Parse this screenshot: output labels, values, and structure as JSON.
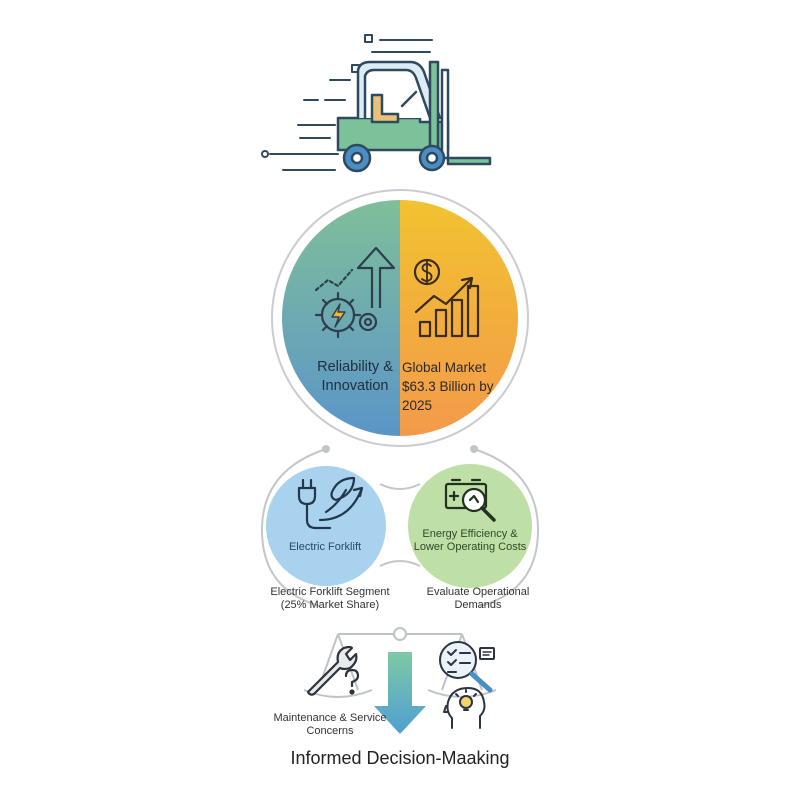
{
  "top_circle": {
    "left_label": "Reliability & Innovation",
    "right_label": "Global Market $63.3 Billion by 2025",
    "colors": {
      "left_top": "#7fbf9a",
      "left_bottom": "#5b95c8",
      "right_top": "#f2c230",
      "right_bottom": "#f39a4a"
    }
  },
  "middle": {
    "left_circle_label": "Electric Forklift",
    "right_circle_label": "Energy Efficiency & Lower Operating Costs",
    "left_caption": "Electric Forklift Segment (25% Market Share)",
    "right_caption": "Evaluate Operational Demands",
    "colors": {
      "left": "#a9d2ee",
      "right": "#bedfa5"
    }
  },
  "balance": {
    "left_caption": "Maintenance & Service Concerns"
  },
  "footer": {
    "title": "Informed Decision-Maaking"
  },
  "icons": [
    "forklift-icon",
    "gear-lightning-icon",
    "up-arrow-icon",
    "dollar-growth-chart-icon",
    "plug-leaf-icon",
    "battery-magnifier-icon",
    "wrench-question-icon",
    "checklist-magnifier-icon",
    "head-lightbulb-icon",
    "down-arrow-icon",
    "balance-scale-icon"
  ]
}
